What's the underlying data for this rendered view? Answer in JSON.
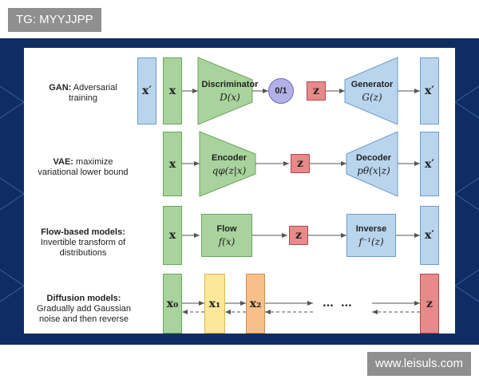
{
  "watermarks": {
    "top_left": "TG: MYYJJPP",
    "bottom_right": "www.leisuls.com"
  },
  "colors": {
    "background": "#0f2d63",
    "x_box": "#a9d39c",
    "x_prime_box": "#b9d5ee",
    "z_box": "#e98a8a",
    "discriminator": "#a9d39c",
    "generator": "#b9d5ee",
    "binary_output": "#b3b0e8",
    "x1_box": "#fde79a",
    "x2_box": "#f7c08a"
  },
  "gan": {
    "label_bold": "GAN:",
    "label_rest": " Adversarial",
    "label_line2": "training",
    "x_prime_input": "x′",
    "x_input": "x",
    "discriminator_title": "Discriminator",
    "discriminator_math": "D(x)",
    "output": "0/1",
    "z": "z",
    "generator_title": "Generator",
    "generator_math": "G(z)",
    "x_prime_output": "x′"
  },
  "vae": {
    "label_bold": "VAE:",
    "label_rest": " maximize",
    "label_line2": "variational lower bound",
    "x_input": "x",
    "encoder_title": "Encoder",
    "encoder_math": "qφ(z|x)",
    "z": "z",
    "decoder_title": "Decoder",
    "decoder_math": "pθ(x|z)",
    "x_prime_output": "x′"
  },
  "flow": {
    "label_bold": "Flow-based models:",
    "label_line2": "Invertible transform of",
    "label_line3": "distributions",
    "x_input": "x",
    "flow_title": "Flow",
    "flow_math": "f(x)",
    "z": "z",
    "inverse_title": "Inverse",
    "inverse_math": "f⁻¹(z)",
    "x_prime_output": "x′"
  },
  "diffusion": {
    "label_bold": "Diffusion models:",
    "label_line2": "Gradually add Gaussian",
    "label_line3": "noise and then reverse",
    "x0": "x₀",
    "x1": "x₁",
    "x2": "x₂",
    "ellipsis": "… …",
    "z": "z"
  }
}
